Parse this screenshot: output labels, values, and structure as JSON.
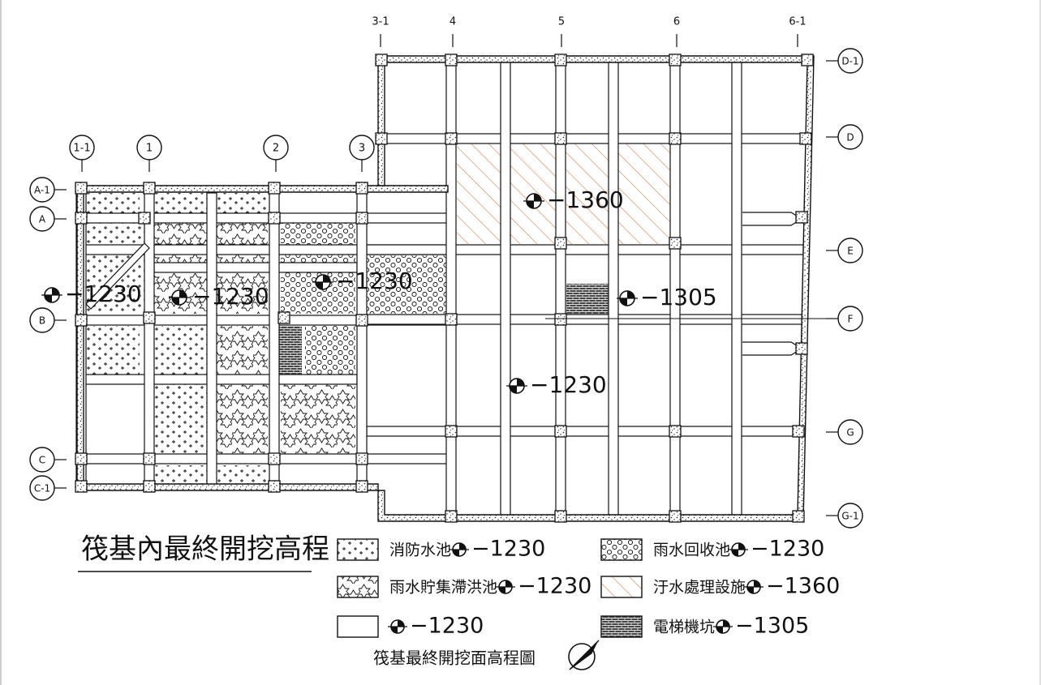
{
  "title": "筏基內最終開挖高程",
  "caption": "筏基最終開挖面高程圖",
  "grid_columns": [
    "1-1",
    "1",
    "2",
    "3",
    "3-1",
    "4",
    "5",
    "6",
    "6-1"
  ],
  "grid_rows": [
    "A-1",
    "A",
    "B",
    "C",
    "C-1",
    "D-1",
    "D",
    "E",
    "F",
    "G",
    "G-1"
  ],
  "plan_elevations": [
    "−1230",
    "−1230",
    "−1230",
    "−1360",
    "−1305",
    "−1230"
  ],
  "legend": [
    {
      "label": "消防水池",
      "elev": "−1230",
      "pattern": "cross"
    },
    {
      "label": "雨水回收池",
      "elev": "−1230",
      "pattern": "circle"
    },
    {
      "label": "雨水貯集滯洪池",
      "elev": "−1230",
      "pattern": "star"
    },
    {
      "label": "汙水處理設施",
      "elev": "−1360",
      "pattern": "hatch"
    },
    {
      "label": "",
      "elev": "−1230",
      "pattern": "blank"
    },
    {
      "label": "電梯機坑",
      "elev": "−1305",
      "pattern": "brick"
    }
  ],
  "colors": {
    "line": "#111111",
    "hatch": "#d9865a",
    "paper": "#ffffff"
  }
}
